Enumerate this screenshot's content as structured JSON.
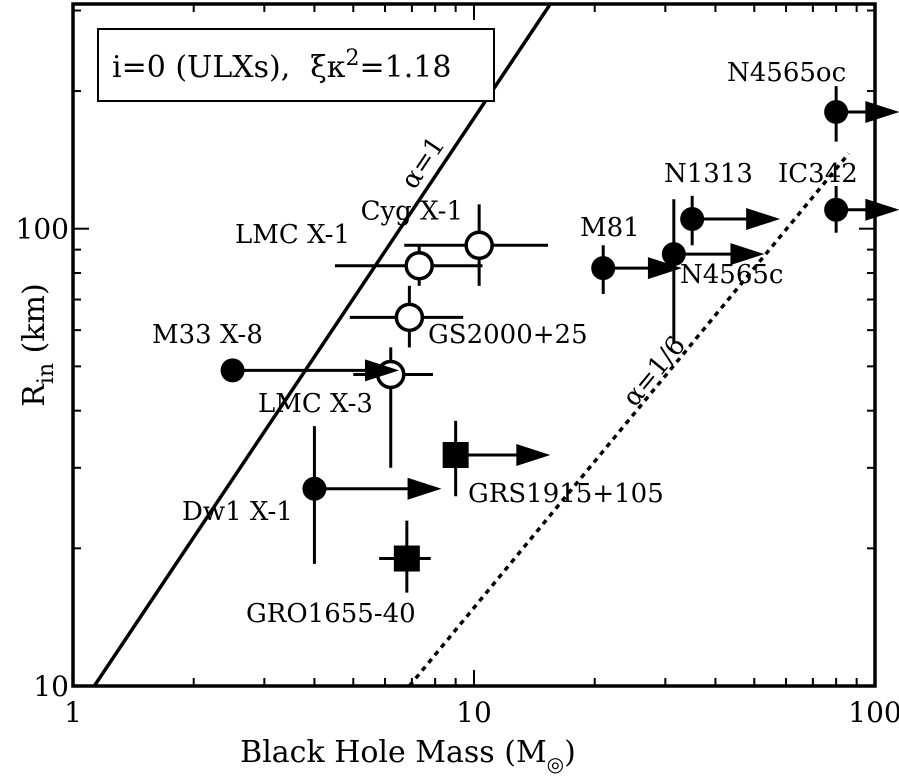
{
  "chart_data": {
    "type": "scatter",
    "xscale": "log",
    "yscale": "log",
    "xlim": [
      1,
      100
    ],
    "ylim": [
      10,
      310
    ],
    "xlabel": "Black Hole Mass (M",
    "xlabel_symbol": "◎",
    "xlabel_close": ")",
    "ylabel": "R",
    "ylabel_sub": "in",
    "ylabel_unit": " (km)",
    "xticks": [
      {
        "value": 1,
        "label": "1"
      },
      {
        "value": 10,
        "label": "10"
      },
      {
        "value": 100,
        "label": "100"
      }
    ],
    "yticks": [
      {
        "value": 10,
        "label": "10"
      },
      {
        "value": 100,
        "label": "100"
      }
    ],
    "legend": {
      "line1": "i=0 (ULXs),",
      "line2": "ξκ",
      "sup": "2",
      "line3": "=1.18"
    },
    "lines": [
      {
        "label": "α=1",
        "style": "solid",
        "points": [
          [
            1.13,
            10
          ],
          [
            15.5,
            310
          ]
        ]
      },
      {
        "label": "α=1/6",
        "style": "dotted",
        "points": [
          [
            6.9,
            10
          ],
          [
            86.0,
            146
          ]
        ]
      }
    ],
    "points": [
      {
        "name": "Cyg X-1",
        "x": 10.3,
        "y": 92,
        "marker": "open-circle",
        "xerr": [
          6.7,
          15.3
        ],
        "yerr": [
          75,
          113
        ]
      },
      {
        "name": "LMC X-1",
        "x": 7.3,
        "y": 83,
        "marker": "open-circle",
        "xerr": [
          4.5,
          10.5
        ],
        "yerr": [
          75,
          92
        ]
      },
      {
        "name": "GS2000+25",
        "x": 6.9,
        "y": 64,
        "marker": "open-circle",
        "xerr": [
          4.9,
          9.4
        ],
        "yerr": [
          55,
          75
        ]
      },
      {
        "name": "LMC X-3",
        "x": 6.2,
        "y": 48,
        "marker": "open-circle",
        "xerr": [
          5.0,
          7.9
        ],
        "yerr": [
          30,
          55
        ]
      },
      {
        "name": "M33 X-8",
        "x": 2.5,
        "y": 49,
        "marker": "filled-circle",
        "lower_limit_to": 6.5
      },
      {
        "name": "Dw1 X-1",
        "x": 4.0,
        "y": 27,
        "marker": "filled-circle",
        "lower_limit_to": 8.3,
        "yerr": [
          18.5,
          37
        ]
      },
      {
        "name": "GRS1915+105",
        "x": 9.0,
        "y": 32,
        "marker": "filled-square",
        "lower_limit_to": 15.5,
        "yerr": [
          26,
          38
        ]
      },
      {
        "name": "GRO1655-40",
        "x": 6.8,
        "y": 19,
        "marker": "filled-square",
        "xerr": [
          5.8,
          7.8
        ],
        "yerr": [
          16,
          23
        ]
      },
      {
        "name": "M81",
        "x": 21,
        "y": 82,
        "marker": "filled-circle",
        "lower_limit_to": 33,
        "yerr": [
          72,
          92
        ]
      },
      {
        "name": "N1313",
        "x": 35,
        "y": 105,
        "marker": "filled-circle",
        "lower_limit_to": 58,
        "yerr": [
          92,
          118
        ]
      },
      {
        "name": "N4565c",
        "x": 31.5,
        "y": 88,
        "marker": "filled-circle",
        "lower_limit_to": 53,
        "yerr": [
          56,
          116
        ]
      },
      {
        "name": "IC342",
        "x": 80,
        "y": 110,
        "marker": "filled-circle",
        "lower_limit_to": 115,
        "yerr": [
          98,
          124
        ]
      },
      {
        "name": "N4565oc",
        "x": 80,
        "y": 180,
        "marker": "filled-circle",
        "lower_limit_to": 115,
        "yerr": [
          155,
          205
        ]
      }
    ],
    "grid": false
  }
}
